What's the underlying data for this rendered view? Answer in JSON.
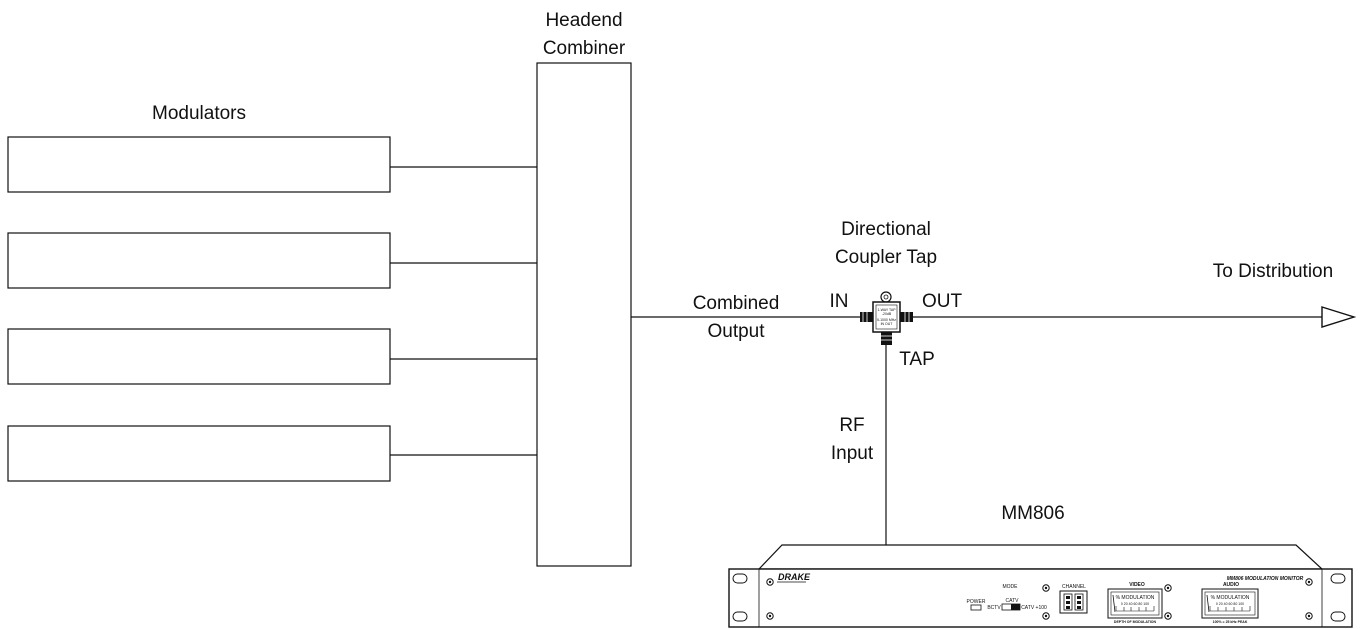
{
  "labels": {
    "headend_line1": "Headend",
    "headend_line2": "Combiner",
    "modulators": "Modulators",
    "tap_line1": "Directional",
    "tap_line2": "Coupler Tap",
    "to_distribution": "To Distribution",
    "combined_line1": "Combined",
    "combined_line2": "Output",
    "in": "IN",
    "out": "OUT",
    "tap": "TAP",
    "rf_line1": "RF",
    "rf_line2": "Input",
    "model": "MM806"
  },
  "coupler": {
    "line1": "1-WAY TAP",
    "line2": "-20dB",
    "line3": "5-1000 MHz",
    "line4": "IN OUT"
  },
  "monitor": {
    "brand": "DRAKE",
    "title": "MM806 MODULATION MONITOR",
    "mode_label": "MODE",
    "catv_label": "CATV",
    "power_label": "POWER",
    "bctv_label": "BCTV",
    "catv_100_label": "CATV +100",
    "channel_label": "CHANNEL",
    "video_label": "VIDEO",
    "video_meter_title": "% MODULATION",
    "video_scale": "0  20  40  60  80  100",
    "video_caption": "DEPTH OF MODULATION",
    "audio_label": "AUDIO",
    "audio_meter_title": "% MODULATION",
    "audio_scale": "0  20  40  60  80  100",
    "audio_caption": "100% = 25 kHz PEAK"
  }
}
